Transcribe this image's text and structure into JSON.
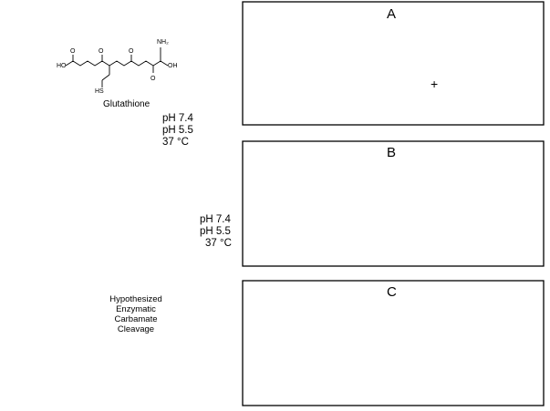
{
  "glutathione": {
    "label": "Glutathione"
  },
  "conditions": {
    "upper": [
      "pH 7.4",
      "pH 5.5",
      "37 °C"
    ],
    "middle": [
      "pH 7.4",
      "pH 5.5",
      "37 °C"
    ]
  },
  "enzymatic": [
    "Hypothesized",
    "Enzymatic",
    "Carbamate",
    "Cleavage"
  ],
  "panels": [
    {
      "letter": "A",
      "plus": "+"
    },
    {
      "letter": "B"
    },
    {
      "letter": "C"
    }
  ],
  "colors": {
    "line": "#000000",
    "panel_border": "#000000",
    "background": "#ffffff"
  }
}
